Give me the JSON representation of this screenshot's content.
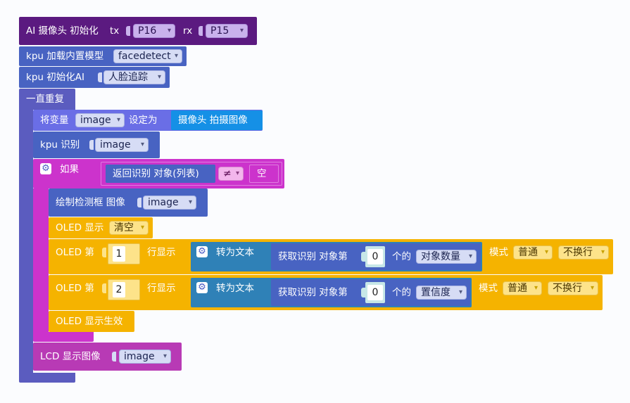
{
  "camera_init": {
    "title": "AI 摄像头 初始化",
    "tx_label": "tx",
    "tx_pin": "P16",
    "rx_label": "rx",
    "rx_pin": "P15"
  },
  "kpu_load": {
    "label": "kpu 加载内置模型",
    "model": "facedetect"
  },
  "kpu_init": {
    "label": "kpu 初始化AI",
    "mode": "人脸追踪"
  },
  "loop": {
    "label": "一直重复"
  },
  "set_var": {
    "label": "将变量",
    "var": "image",
    "to_label": "设定为",
    "value": "摄像头 拍摄图像"
  },
  "kpu_recognize": {
    "label": "kpu 识别",
    "var": "image"
  },
  "if_block": {
    "label": "如果",
    "condition_label": "返回识别 对象(列表)",
    "operator": "≠",
    "compare_to": "空"
  },
  "draw_box": {
    "label": "绘制检测框 图像",
    "var": "image"
  },
  "oled_clear": {
    "label": "OLED 显示",
    "option": "清空"
  },
  "oled_row1": {
    "label": "OLED 第",
    "row": "1",
    "row_suffix": "行显示",
    "to_text": "转为文本",
    "get_label": "获取识别 对象第",
    "index": "0",
    "of_label": "个的",
    "field": "对象数量",
    "mode_label": "模式",
    "mode": "普通",
    "wrap": "不换行"
  },
  "oled_row2": {
    "label": "OLED 第",
    "row": "2",
    "row_suffix": "行显示",
    "to_text": "转为文本",
    "get_label": "获取识别 对象第",
    "index": "0",
    "of_label": "个的",
    "field": "置信度",
    "mode_label": "模式",
    "mode": "普通",
    "wrap": "不换行"
  },
  "oled_show": {
    "label": "OLED 显示生效"
  },
  "lcd_show": {
    "label": "LCD 显示图像",
    "var": "image"
  },
  "colors": {
    "camera": "#5b1a80",
    "kpu": "#4863c2",
    "loop": "#5b5cbf",
    "variable": "#6a6ee6",
    "camera_value": "#1590e6",
    "if": "#cc33cc",
    "oled": "#f5b300",
    "to_text": "#2f81b7",
    "lcd": "#b83ab5"
  }
}
